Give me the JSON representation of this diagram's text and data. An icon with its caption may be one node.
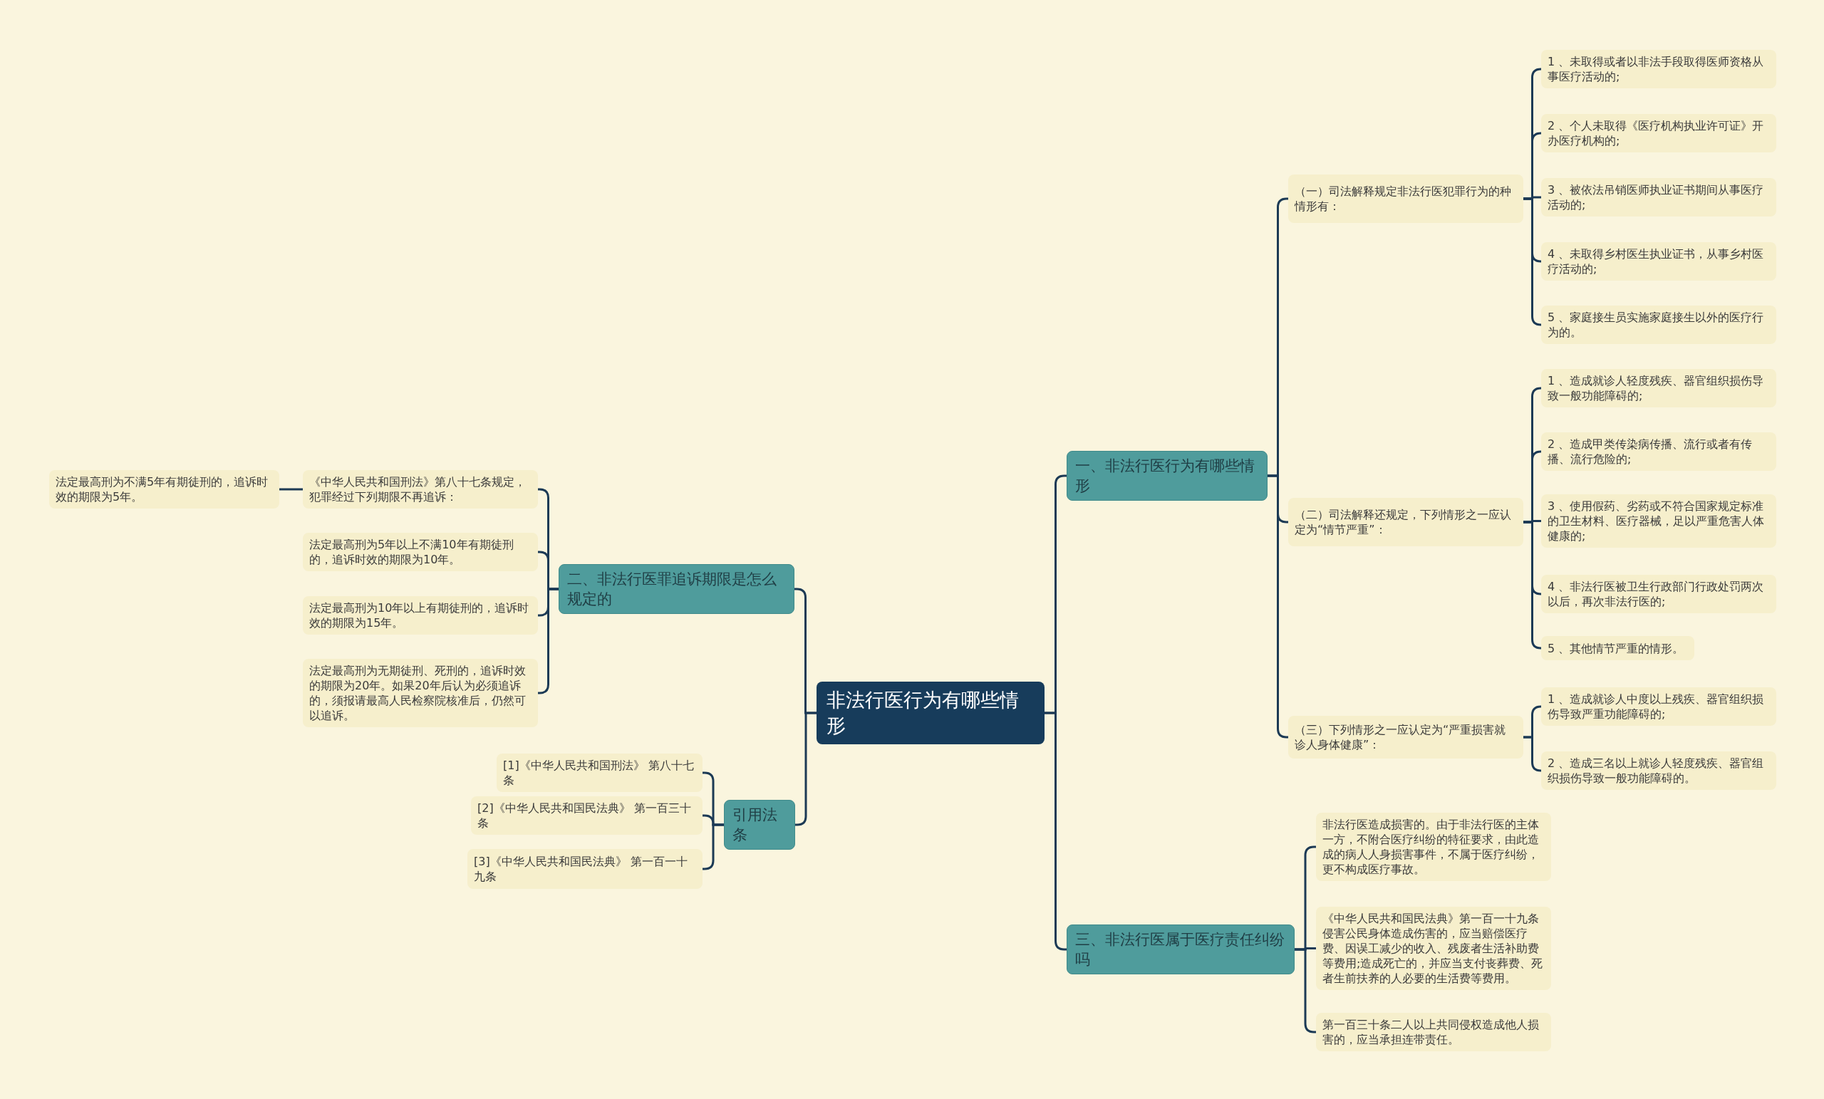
{
  "diagram": {
    "nodes": [
      {
        "text": [
          "非法行医行为有哪些情形"
        ]
      },
      {
        "text": [
          "一、非法行医行为有哪些情形"
        ]
      },
      {
        "text": [
          "（一）司法解释规定非法行医犯罪行为的种情形有："
        ]
      },
      {
        "text": [
          "1 、未取得或者以非法手段取得医师资格从事医疗活动的;"
        ]
      },
      {
        "text": [
          "2 、个人未取得《医疗机构执业许可证》开办医疗机构的;"
        ]
      },
      {
        "text": [
          "3 、被依法吊销医师执业证书期间从事医疗活动的;"
        ]
      },
      {
        "text": [
          "4 、未取得乡村医生执业证书，从事乡村医疗活动的;"
        ]
      },
      {
        "text": [
          "5 、家庭接生员实施家庭接生以外的医疗行为的。"
        ]
      },
      {
        "text": [
          "（二）司法解释还规定，下列情形之一应认定为“情节严重”："
        ]
      },
      {
        "text": [
          "1 、造成就诊人轻度残疾、器官组织损伤导致一般功能障碍的;"
        ]
      },
      {
        "text": [
          "2 、造成甲类传染病传播、流行或者有传播、流行危险的;"
        ]
      },
      {
        "text": [
          "3 、使用假药、劣药或不符合国家规定标准的卫生材料、医疗器械，足以严重危害人体健康的;"
        ]
      },
      {
        "text": [
          "4 、非法行医被卫生行政部门行政处罚两次以后，再次非法行医的;"
        ]
      },
      {
        "text": [
          "5 、其他情节严重的情形。"
        ]
      },
      {
        "text": [
          "（三）下列情形之一应认定为“严重损害就诊人身体健康”："
        ]
      },
      {
        "text": [
          "1 、造成就诊人中度以上残疾、器官组织损伤导致严重功能障碍的;"
        ]
      },
      {
        "text": [
          "2 、造成三名以上就诊人轻度残疾、器官组织损伤导致一般功能障碍的。"
        ]
      },
      {
        "text": [
          "三、非法行医属于医疗责任纠纷吗"
        ]
      },
      {
        "text": [
          "非法行医造成损害的。由于非法行医的主体一方，不附合医疗纠纷的特征要求，由此造成的病人人身损害事件，不属于医疗纠纷，更不构成医疗事故。"
        ]
      },
      {
        "text": [
          "《中华人民共和国民法典》第一百一十九条侵害公民身体造成伤害的，应当赔偿医疗费、因误工减少的收入、残废者生活补助费等费用;造成死亡的，并应当支付丧葬费、死者生前扶养的人必要的生活费等费用。"
        ]
      },
      {
        "text": [
          "第一百三十条二人以上共同侵权造成他人损害的，应当承担连带责任。"
        ]
      },
      {
        "text": [
          "二、非法行医罪追诉期限是怎么规定的"
        ]
      },
      {
        "text": [
          "《中华人民共和国刑法》第八十七条规定，犯罪经过下列期限不再追诉："
        ]
      },
      {
        "text": [
          "法定最高刑为5年以上不满10年有期徒刑的，追诉时效的期限为10年。"
        ]
      },
      {
        "text": [
          "法定最高刑为10年以上有期徒刑的，追诉时效的期限为15年。"
        ]
      },
      {
        "text": [
          "法定最高刑为无期徒刑、死刑的，追诉时效的期限为20年。如果20年后认为必须追诉的，须报请最高人民检察院核准后，仍然可以追诉。"
        ]
      },
      {
        "text": [
          "法定最高刑为不满5年有期徒刑的，追诉时效的期限为5年。"
        ]
      },
      {
        "text": [
          "引用法条"
        ]
      },
      {
        "text": [
          "[1]《中华人民共和国刑法》 第八十七条"
        ]
      },
      {
        "text": [
          "[2]《中华人民共和国民法典》 第一百三十条"
        ]
      },
      {
        "text": [
          "[3]《中华人民共和国民法典》 第一百一十九条"
        ]
      }
    ],
    "edges": [
      {
        "from": 0,
        "to": 1,
        "arrow": "none"
      },
      {
        "from": 1,
        "to": 2,
        "arrow": "none"
      },
      {
        "from": 2,
        "to": 3,
        "arrow": "none"
      },
      {
        "from": 2,
        "to": 4,
        "arrow": "none"
      },
      {
        "from": 2,
        "to": 5,
        "arrow": "none"
      },
      {
        "from": 2,
        "to": 6,
        "arrow": "none"
      },
      {
        "from": 2,
        "to": 7,
        "arrow": "none"
      },
      {
        "from": 1,
        "to": 8,
        "arrow": "none"
      },
      {
        "from": 8,
        "to": 9,
        "arrow": "none"
      },
      {
        "from": 8,
        "to": 10,
        "arrow": "none"
      },
      {
        "from": 8,
        "to": 11,
        "arrow": "none"
      },
      {
        "from": 8,
        "to": 12,
        "arrow": "none"
      },
      {
        "from": 8,
        "to": 13,
        "arrow": "none"
      },
      {
        "from": 1,
        "to": 14,
        "arrow": "none"
      },
      {
        "from": 14,
        "to": 15,
        "arrow": "none"
      },
      {
        "from": 14,
        "to": 16,
        "arrow": "none"
      },
      {
        "from": 0,
        "to": 17,
        "arrow": "none"
      },
      {
        "from": 17,
        "to": 18,
        "arrow": "none"
      },
      {
        "from": 17,
        "to": 19,
        "arrow": "none"
      },
      {
        "from": 17,
        "to": 20,
        "arrow": "none"
      },
      {
        "from": 0,
        "to": 21,
        "arrow": "none"
      },
      {
        "from": 21,
        "to": 22,
        "arrow": "none"
      },
      {
        "from": 21,
        "to": 23,
        "arrow": "none"
      },
      {
        "from": 21,
        "to": 24,
        "arrow": "none"
      },
      {
        "from": 21,
        "to": 25,
        "arrow": "none"
      },
      {
        "from": 22,
        "to": 26,
        "arrow": "none"
      },
      {
        "from": 0,
        "to": 27,
        "arrow": "none"
      },
      {
        "from": 27,
        "to": 28,
        "arrow": "none"
      },
      {
        "from": 27,
        "to": 29,
        "arrow": "none"
      },
      {
        "from": 27,
        "to": 30,
        "arrow": "none"
      }
    ]
  }
}
